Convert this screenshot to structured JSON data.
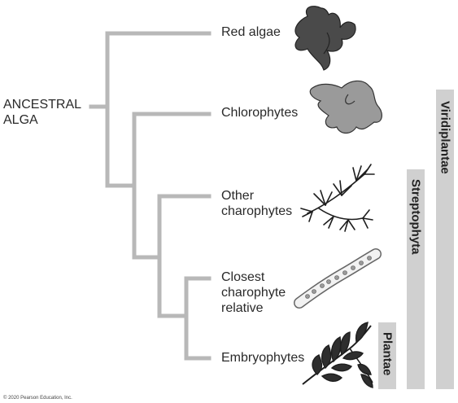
{
  "root": {
    "label_line1": "ANCESTRAL",
    "label_line2": "ALGA"
  },
  "taxa": [
    {
      "label_line1": "Red algae",
      "icon": "red-algae-icon"
    },
    {
      "label_line1": "Chlorophytes",
      "icon": "chlorophyte-icon"
    },
    {
      "label_line1": "Other",
      "label_line2": "charophytes",
      "icon": "charophyte-icon"
    },
    {
      "label_line1": "Closest",
      "label_line2": "charophyte",
      "label_line3": "relative",
      "icon": "filament-icon"
    },
    {
      "label_line1": "Embryophytes",
      "icon": "fern-icon"
    }
  ],
  "clades": [
    {
      "label": "Viridiplantae"
    },
    {
      "label": "Streptophyta"
    },
    {
      "label": "Plantae"
    }
  ],
  "copyright": "© 2020 Pearson Education, Inc.",
  "colors": {
    "branch": "#b8b8b8",
    "clade_bar": "#d0d0d0",
    "icon_fill": "#555555",
    "icon_dark": "#2e2e2e"
  }
}
